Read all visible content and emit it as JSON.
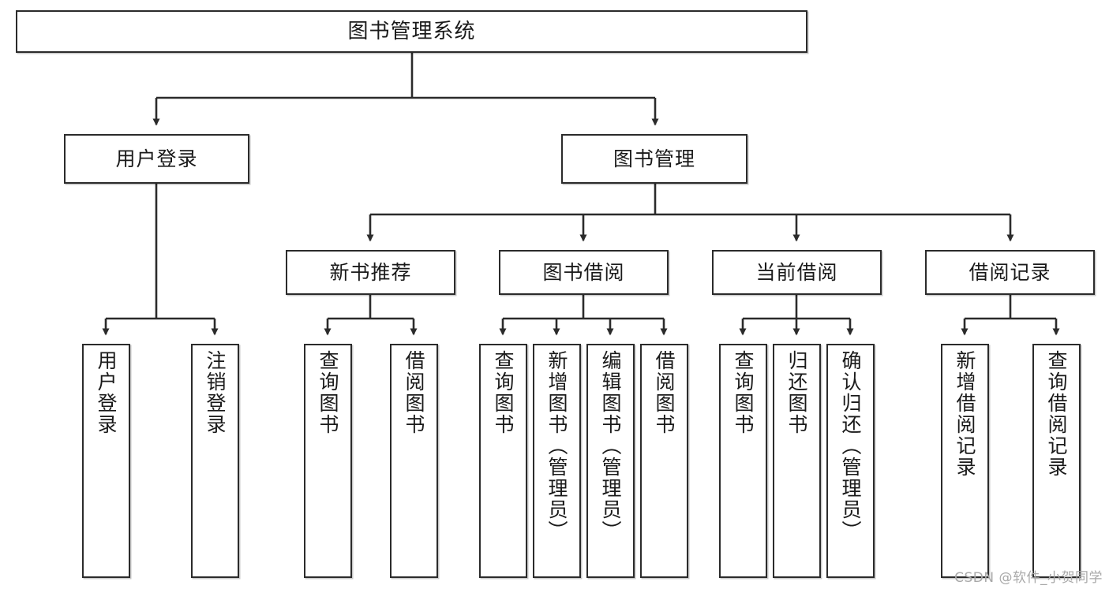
{
  "diagram": {
    "title": "图书管理系统",
    "type": "tree-hierarchy-chart",
    "colors": {
      "node_border": "#2b2b2b",
      "node_fill": "#ffffff",
      "edge": "#2b2b2b",
      "text": "#1a1a1a",
      "watermark": "#a8a8a8"
    },
    "root": {
      "label": "图书管理系统"
    },
    "level2": [
      {
        "label": "用户登录"
      },
      {
        "label": "图书管理"
      }
    ],
    "level3": [
      {
        "label": "新书推荐"
      },
      {
        "label": "图书借阅"
      },
      {
        "label": "当前借阅"
      },
      {
        "label": "借阅记录"
      }
    ],
    "leaves": {
      "user_login": [
        {
          "label": "用户登录"
        },
        {
          "label": "注销登录"
        }
      ],
      "new_book": [
        {
          "label": "查询图书"
        },
        {
          "label": "借阅图书"
        }
      ],
      "borrow_book": [
        {
          "label": "查询图书"
        },
        {
          "label": "新增图书（管理员）"
        },
        {
          "label": "编辑图书（管理员）"
        },
        {
          "label": "借阅图书"
        }
      ],
      "current_borrow": [
        {
          "label": "查询图书"
        },
        {
          "label": "归还图书"
        },
        {
          "label": "确认归还（管理员）"
        }
      ],
      "borrow_record": [
        {
          "label": "新增借阅记录"
        },
        {
          "label": "查询借阅记录"
        }
      ]
    }
  },
  "watermark": {
    "text": "CSDN @软件_小贺同学"
  }
}
